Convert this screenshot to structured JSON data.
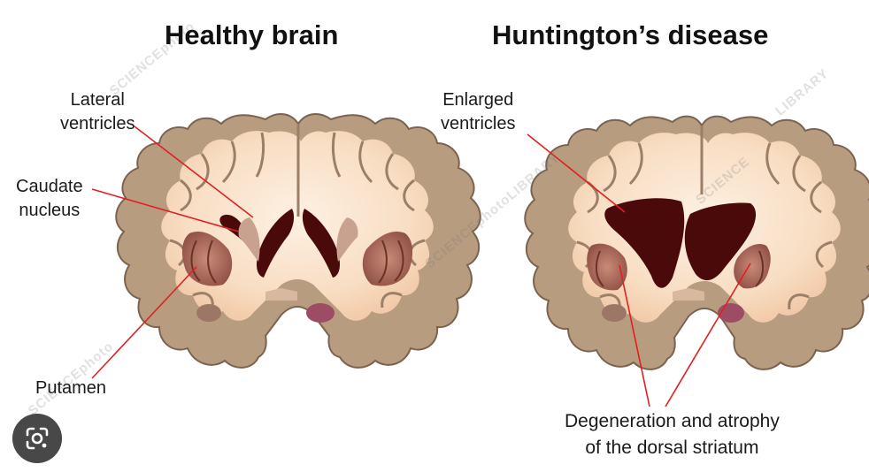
{
  "titles": {
    "left": "Healthy brain",
    "right": "Huntington’s disease"
  },
  "labels": {
    "lateral_ventricles": [
      "Lateral",
      "ventricles"
    ],
    "caudate_nucleus": [
      "Caudate",
      "nucleus"
    ],
    "putamen": "Putamen",
    "enlarged_ventricles": [
      "Enlarged",
      "ventricles"
    ],
    "degeneration": [
      "Degeneration and atrophy",
      "of the dorsal striatum"
    ]
  },
  "watermarks": [
    "SCIENCEphoto",
    "SCIENCEphotoLIBRARY",
    "SCIENCE",
    "LIBRARY"
  ],
  "colors": {
    "cortex_fill": "#f8dcc2",
    "cortex_edge": "#8a6f57",
    "gray_matter": "#b89c80",
    "ventricle": "#4a0a0a",
    "label_line": "#e02020",
    "striatum": "#a0604f"
  },
  "icons": {
    "lens_button": "google-lens-icon"
  }
}
